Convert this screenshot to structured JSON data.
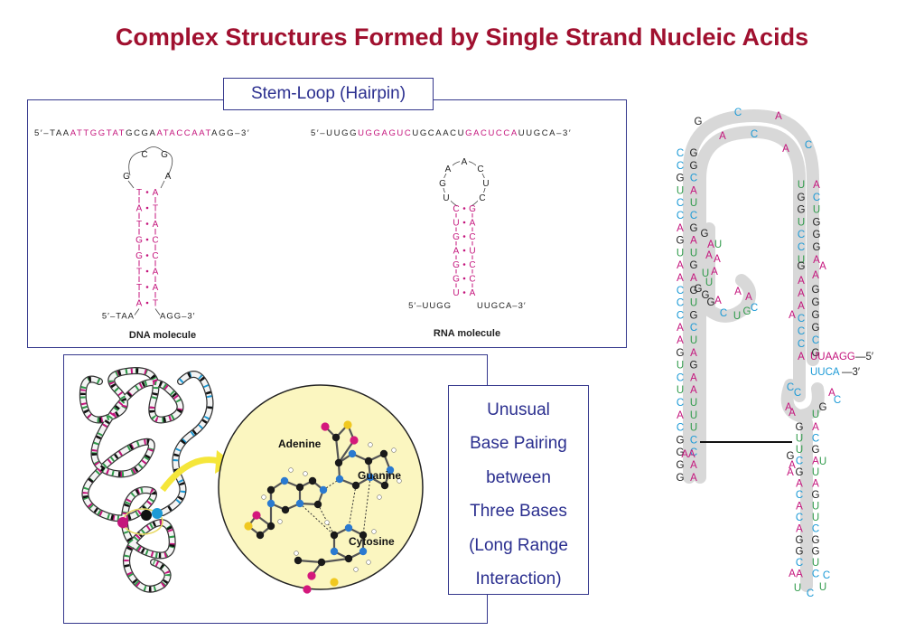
{
  "title": "Complex Structures Formed by Single Strand Nucleic Acids",
  "stem_loop": {
    "label": "Stem-Loop (Hairpin)",
    "dna": {
      "seq_prefix": "5′–",
      "seq_parts": [
        {
          "t": "TAA",
          "c": "black"
        },
        {
          "t": "ATTGGTAT",
          "c": "magenta"
        },
        {
          "t": "GCGA",
          "c": "black"
        },
        {
          "t": "ATACCAAT",
          "c": "magenta"
        },
        {
          "t": "AGG",
          "c": "black"
        }
      ],
      "seq_suffix": "–3′",
      "loop": [
        "G",
        "C",
        "G",
        "A"
      ],
      "stem_left": [
        "T",
        "A",
        "T",
        "G",
        "G",
        "T",
        "T",
        "A"
      ],
      "stem_right": [
        "A",
        "T",
        "A",
        "C",
        "C",
        "A",
        "A",
        "T"
      ],
      "bottom_left": "5′–TAA",
      "bottom_right": "AGG–3′",
      "caption": "DNA molecule"
    },
    "rna": {
      "seq_prefix": "5′–",
      "seq_parts": [
        {
          "t": "UUGG",
          "c": "black"
        },
        {
          "t": "UGGAGUC",
          "c": "magenta"
        },
        {
          "t": "UGCAACU",
          "c": "black"
        },
        {
          "t": "GACUCCA",
          "c": "magenta"
        },
        {
          "t": "UUGCA",
          "c": "black"
        }
      ],
      "seq_suffix": "–3′",
      "loop": [
        "U",
        "G",
        "A",
        "A",
        "C",
        "U",
        "C"
      ],
      "stem_left": [
        "C",
        "U",
        "G",
        "A",
        "G",
        "G",
        "U"
      ],
      "stem_right": [
        "G",
        "A",
        "C",
        "U",
        "C",
        "C",
        "A"
      ],
      "bottom_left": "5′–UUGG",
      "bottom_right": "UUGCA–3′",
      "caption": "RNA molecule"
    }
  },
  "tertiary": {
    "callouts": [
      "Adenine",
      "Guanine",
      "Cytosine"
    ]
  },
  "unusual_box": {
    "lines": [
      "Unusual",
      "Base Pairing",
      "between",
      "Three Bases",
      "(Long Range",
      "Interaction)"
    ]
  },
  "trna": {
    "labels": [
      "G",
      "C",
      "A",
      "A",
      "C",
      "A",
      "C"
    ],
    "end_5": "—5′",
    "end_3": "—3′",
    "end_5_bases": "UUAAGG",
    "end_3_bases": "UUCA"
  },
  "colors": {
    "title": "#a0102f",
    "frame": "#34378c",
    "magenta": "#c4147c",
    "cyan": "#1c9ad6",
    "green": "#2f9a4a",
    "black": "#222222",
    "backbone": "#d8d8d8",
    "sphere": "#fbf6c0"
  }
}
